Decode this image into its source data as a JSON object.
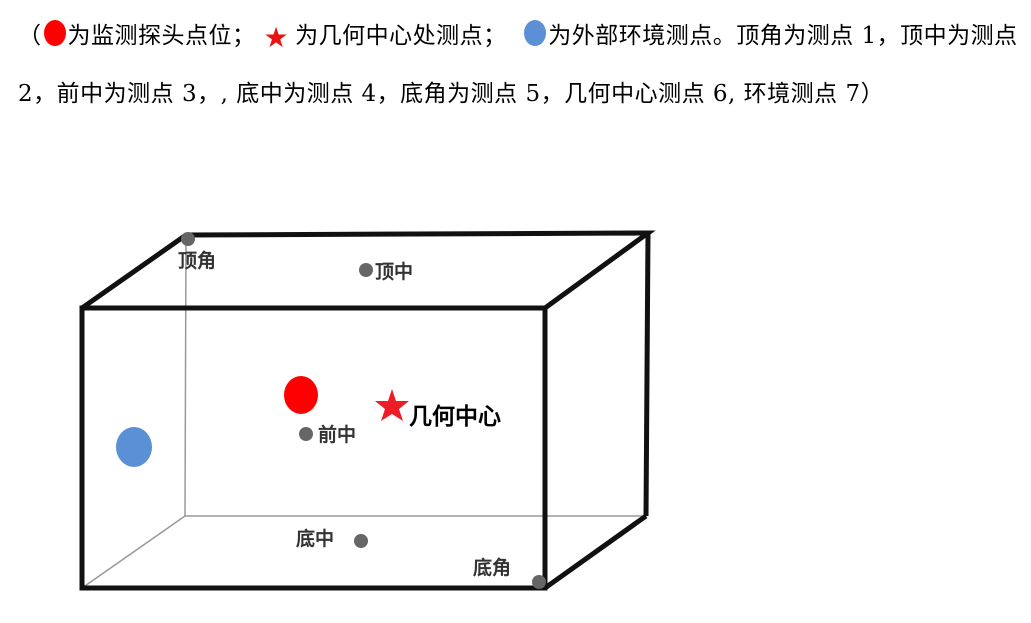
{
  "caption": {
    "open": "（",
    "red_dot_text": "为监测探头点位；",
    "star_glyph": "★",
    "star_text": "为几何中心处测点；",
    "blue_dot_text": "为外部环境测点。顶角为测点 1，顶中为测点 2，前中为测点 3，, 底中为测点 4，底角为测点 5，几何中心测点 6, 环境测点 7）"
  },
  "diagram": {
    "labels": {
      "top_corner": "顶角",
      "top_center": "顶中",
      "front_center": "前中",
      "geometric_center": "几何中心",
      "bottom_center": "底中",
      "bottom_corner": "底角"
    },
    "colors": {
      "probe": "#ff0000",
      "center_star": "#ee1c25",
      "environment": "#5b8fd6",
      "measure_point": "#666666"
    }
  }
}
